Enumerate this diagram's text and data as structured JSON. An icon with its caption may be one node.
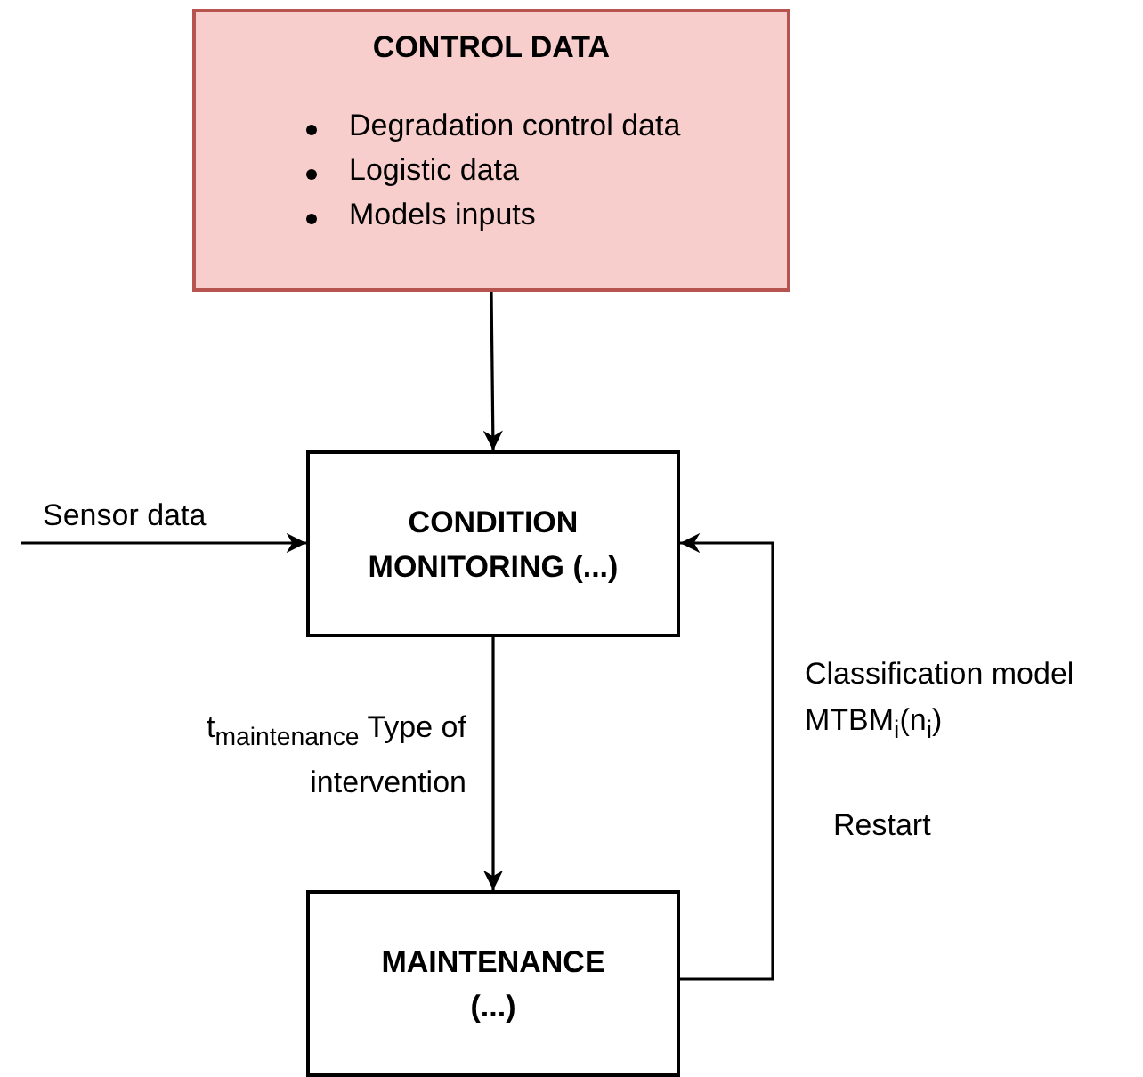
{
  "diagram": {
    "nodes": [
      {
        "text": [
          "CONTROL DATA",
          "Degradation control data",
          "Logistic data",
          "Models inputs"
        ]
      },
      {
        "text": [
          "CONDITION MONITORING (...)"
        ]
      },
      {
        "text": [
          "MAINTENANCE (...)"
        ]
      }
    ],
    "edges": [
      {
        "from": 0,
        "to": 1,
        "arrow": "to"
      },
      {
        "from": null,
        "to": 1,
        "arrow": "to",
        "label": "Sensor data"
      },
      {
        "from": 1,
        "to": 2,
        "arrow": "to",
        "label": "t$_{maintenance}$ Type of intervention"
      },
      {
        "from": 2,
        "to": 1,
        "arrow": "to",
        "label": "Classification model MTBM$_{i}$(n$_{i}$)"
      }
    ],
    "labels": [
      "Restart"
    ]
  }
}
